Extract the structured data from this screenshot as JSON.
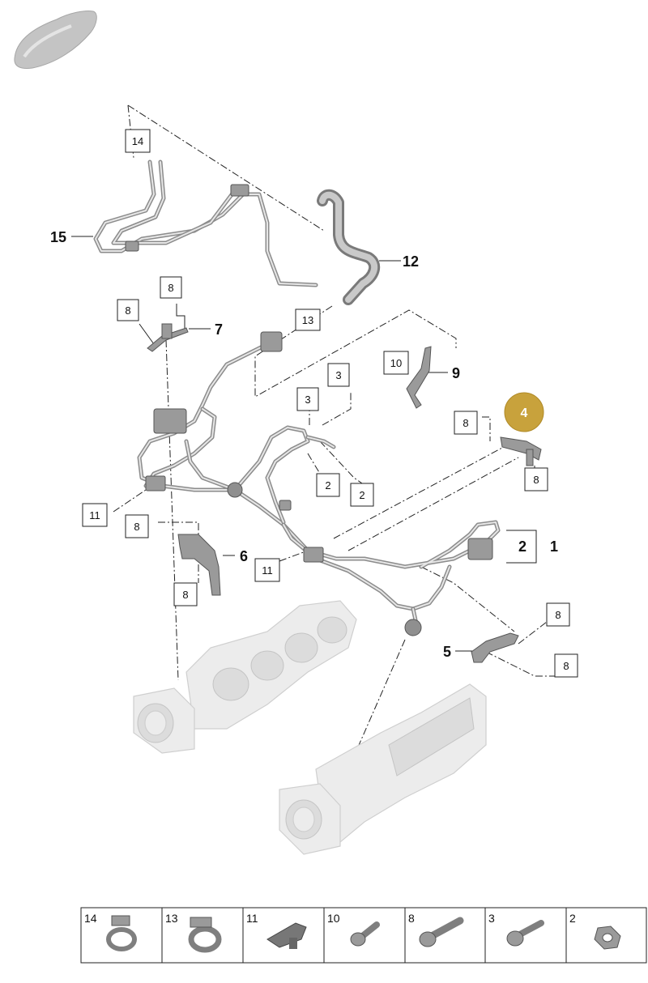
{
  "callouts": {
    "c14": "14",
    "c15": "15",
    "c12": "12",
    "c13": "13",
    "c8a": "8",
    "c8b": "8",
    "c7": "7",
    "c10": "10",
    "c9": "9",
    "c3a": "3",
    "c3b": "3",
    "c8c": "8",
    "c4": "4",
    "c8d": "8",
    "c2a": "2",
    "c2b": "2",
    "c11a": "11",
    "c8e": "8",
    "c6": "6",
    "c8f": "8",
    "c11b": "11",
    "c2c": "2",
    "c1": "1",
    "c8g": "8",
    "c5": "5",
    "c8h": "8"
  },
  "legend": [
    {
      "num": "14",
      "icon": "hose-clamp-icon"
    },
    {
      "num": "13",
      "icon": "hose-clamp-icon"
    },
    {
      "num": "11",
      "icon": "clip-icon"
    },
    {
      "num": "10",
      "icon": "screw-icon"
    },
    {
      "num": "8",
      "icon": "screw-icon"
    },
    {
      "num": "3",
      "icon": "screw-icon"
    },
    {
      "num": "2",
      "icon": "nut-icon"
    }
  ],
  "colors": {
    "highlight": "#c8a23c",
    "line": "#222222",
    "part_gray": "#9a9a9a",
    "ghost_gray": "#ececec"
  }
}
